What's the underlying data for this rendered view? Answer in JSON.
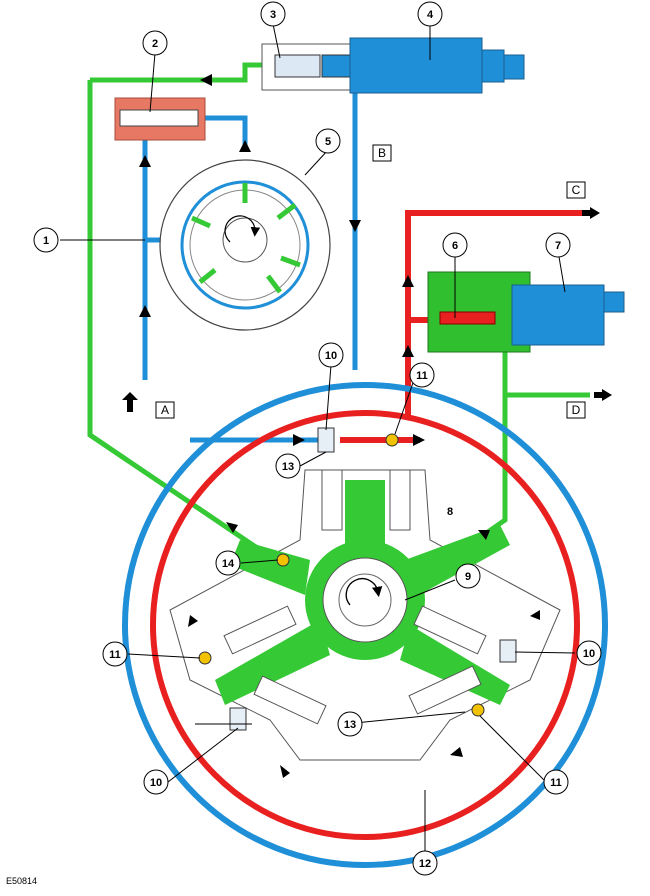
{
  "callouts": {
    "c1": "1",
    "c2": "2",
    "c3": "3",
    "c4": "4",
    "c5": "5",
    "c6": "6",
    "c7": "7",
    "c8": "8",
    "c9": "9",
    "c10a": "10",
    "c10b": "10",
    "c10c": "10",
    "c11a": "11",
    "c11b": "11",
    "c11c": "11",
    "c12": "12",
    "c13a": "13",
    "c13b": "13",
    "c14": "14"
  },
  "ports": {
    "A": "A",
    "B": "B",
    "C": "C",
    "D": "D"
  },
  "figure_ref": "E50814",
  "colors": {
    "supply": "#1f8fd8",
    "high_pressure": "#e82020",
    "return": "#35c935",
    "pump_body": "#ffffff",
    "valve_block": "#e77864",
    "metering_block": "#2fbf2f"
  }
}
